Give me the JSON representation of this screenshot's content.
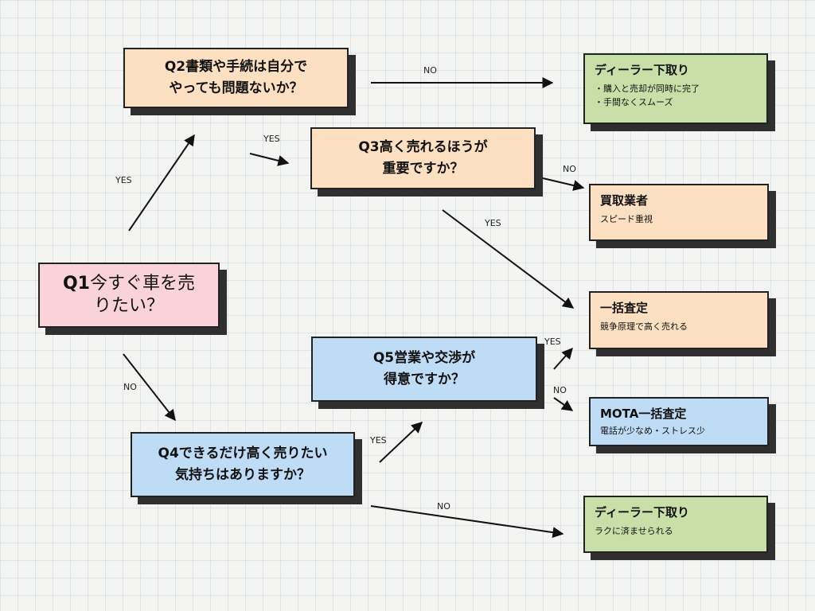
{
  "colors": {
    "pink": "#f9d3d9",
    "orange": "#fde0c1",
    "blue": "#bfdcf7",
    "green": "#c8dfa8",
    "shadow": "#2f2f2f",
    "line": "#111111"
  },
  "questions": {
    "q1": {
      "prefix": "Q1",
      "text": "今すぐ車を売\nりたい？"
    },
    "q2": {
      "text": "Q2書類や手続は自分で\nやっても問題ないか？"
    },
    "q3": {
      "text": "Q3高く売れるほうが\n重要ですか？"
    },
    "q4": {
      "text": "Q4できるだけ高く売りたい\n気持ちはありますか？"
    },
    "q5": {
      "text": "Q5営業や交渉が\n得意ですか？"
    }
  },
  "results": {
    "dealer1": {
      "title": "ディーラー下取り",
      "lines": [
        "・購入と売却が同時に完了",
        "・手間なくスムーズ"
      ]
    },
    "kaitori": {
      "title": "買取業者",
      "lines": [
        "スピード重視"
      ]
    },
    "ikkatsu": {
      "title": "一括査定",
      "lines": [
        "競争原理で高く売れる"
      ]
    },
    "mota": {
      "title": "MOTA一括査定",
      "lines": [
        "電話が少なめ・ストレス少"
      ]
    },
    "dealer2": {
      "title": "ディーラー下取り",
      "lines": [
        "ラクに済ませられる"
      ]
    }
  },
  "edge_labels": {
    "q1_yes": "YES",
    "q1_no": "NO",
    "q2_no": "NO",
    "q2_yes": "YES",
    "q3_no": "NO",
    "q3_yes": "YES",
    "q5_yes": "YES",
    "q5_no": "NO",
    "q4_yes": "YES",
    "q4_no": "NO"
  }
}
